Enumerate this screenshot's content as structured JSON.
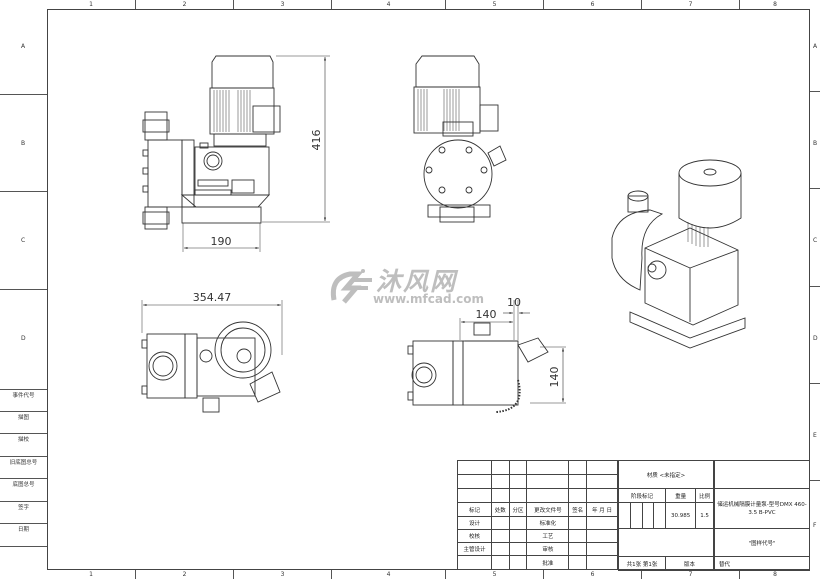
{
  "drawing": {
    "type": "engineering drawing",
    "subject": "mechanical diaphragm metering pump",
    "column_zones": [
      "1",
      "2",
      "3",
      "4",
      "5",
      "6",
      "7",
      "8"
    ],
    "row_zones_left": [
      "A",
      "B",
      "C",
      "D"
    ],
    "row_zones_right": [
      "A",
      "B",
      "C",
      "D",
      "E",
      "F"
    ]
  },
  "left_rail": {
    "items": [
      "事件代号",
      "描图",
      "描校",
      "旧底图总号",
      "底图总号",
      "签字",
      "日期"
    ]
  },
  "dimensions": {
    "front_height": "416",
    "front_base_width": "190",
    "top_overall_length": "354.47",
    "side_top_width": "140",
    "side_offset": "10",
    "side_height": "140"
  },
  "watermark": {
    "chinese": "沐风网",
    "url": "www.mfcad.com",
    "logo": "MF"
  },
  "title_block": {
    "material": "材质 <未指定>",
    "header_row": [
      "标记",
      "处数",
      "分区",
      "更改文件号",
      "签名",
      "年 月 日"
    ],
    "design_rows": [
      {
        "label": "设计",
        "right_label": "标准化"
      },
      {
        "label": "校核",
        "right_label": "工艺"
      },
      {
        "label": "主管设计",
        "right_label": "审核"
      },
      {
        "label": "",
        "right_label": "批准"
      }
    ],
    "stage_label": "阶段标记",
    "weight_label": "重量",
    "scale_label": "比例",
    "weight_value": "30.985",
    "scale_value": "1.5",
    "title": "机械隔膜计量泵-型号DMX 460-3.5 B-PVC",
    "title_prefix": "储运",
    "drawing_number": "\"图样代号\"",
    "sheets": "共1张  第1张",
    "version_label": "版本",
    "replaces_label": "替代"
  }
}
